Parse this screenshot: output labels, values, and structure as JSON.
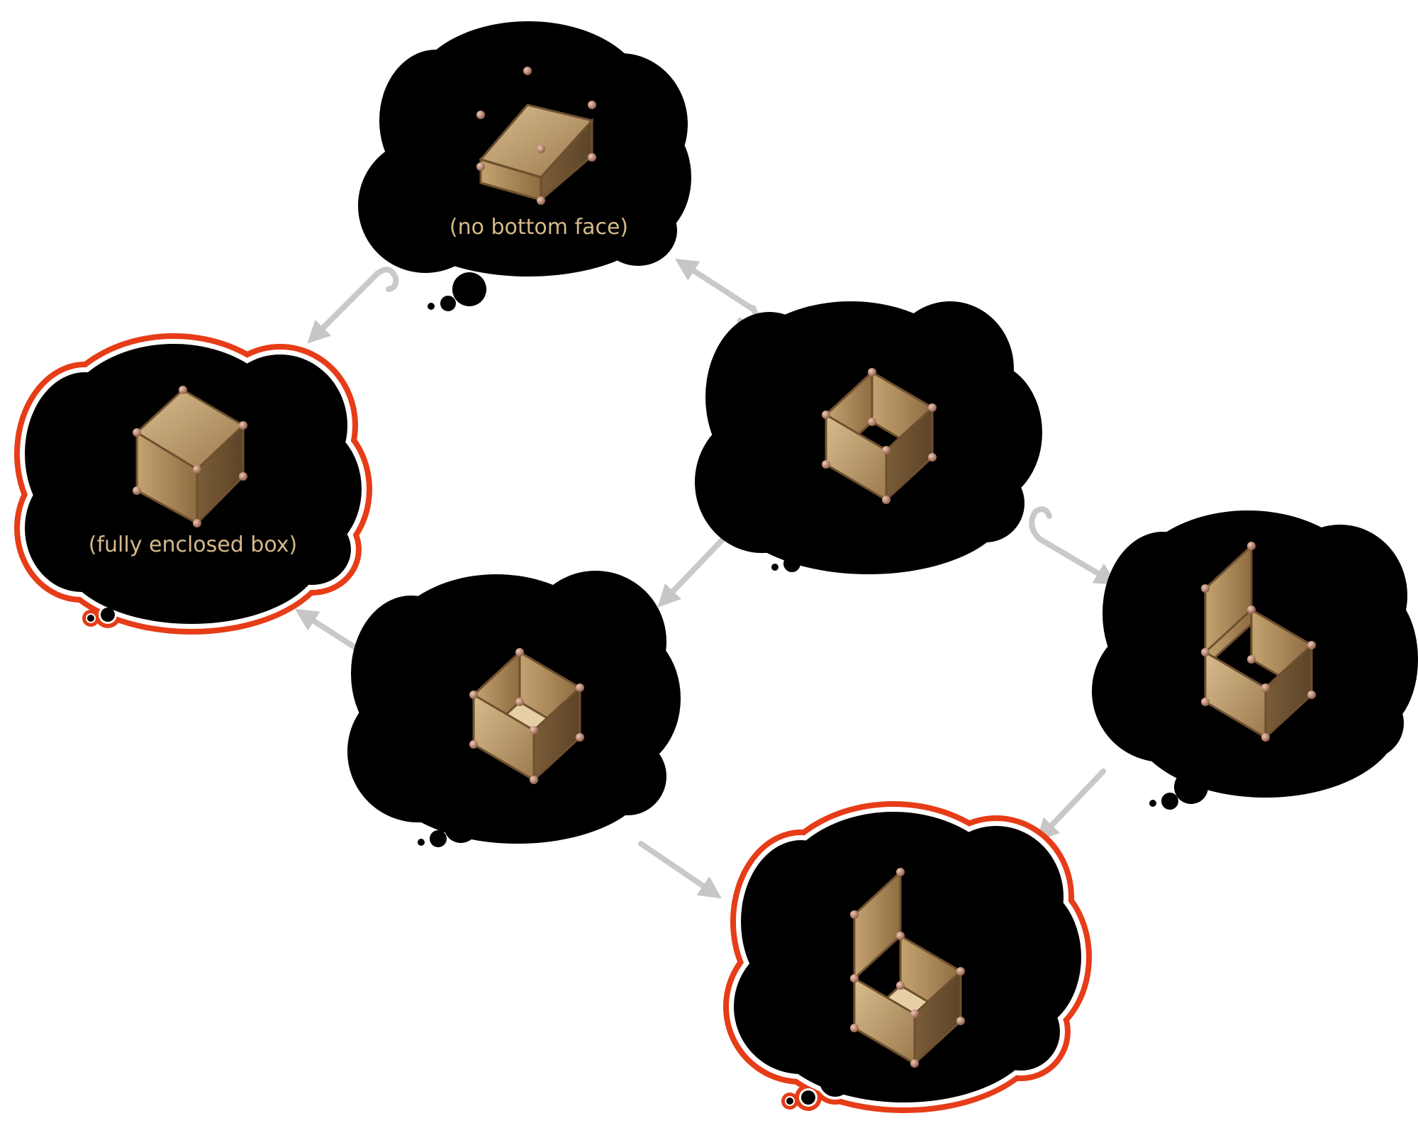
{
  "colors": {
    "background": "#ffffff",
    "cloud_fill": "#000000",
    "highlight_outline": "#e63c17",
    "caption_text": "#d6b98a",
    "arrow": "#cfcfcf",
    "box_face": "#b8976a",
    "box_edge": "#7a5a34",
    "vertex": "#c08a7a"
  },
  "diagram": {
    "nodes": [
      {
        "id": "top",
        "caption": "(no bottom face)",
        "box_state": "no-bottom-face",
        "highlighted": false
      },
      {
        "id": "left",
        "caption": "(fully enclosed box)",
        "box_state": "fully-enclosed",
        "highlighted": true
      },
      {
        "id": "center",
        "caption": "",
        "box_state": "four-sides-open-top-bottom",
        "highlighted": false
      },
      {
        "id": "middle",
        "caption": "",
        "box_state": "open-top",
        "highlighted": false
      },
      {
        "id": "right",
        "caption": "",
        "box_state": "open-with-raised-flap",
        "highlighted": false
      },
      {
        "id": "bottom",
        "caption": "",
        "box_state": "open-top-with-raised-flap",
        "highlighted": true
      }
    ],
    "edges": [
      {
        "from": "center",
        "to": "top",
        "style": "hooked"
      },
      {
        "from": "top",
        "to": "left",
        "style": "hooked"
      },
      {
        "from": "center",
        "to": "right",
        "style": "hooked"
      },
      {
        "from": "center",
        "to": "middle",
        "style": "straight"
      },
      {
        "from": "middle",
        "to": "left",
        "style": "straight"
      },
      {
        "from": "middle",
        "to": "bottom",
        "style": "straight"
      },
      {
        "from": "right",
        "to": "bottom",
        "style": "straight"
      }
    ]
  }
}
